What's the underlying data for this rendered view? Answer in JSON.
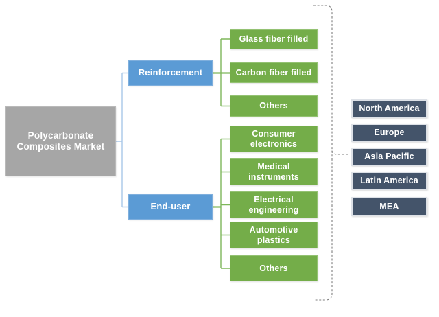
{
  "diagram": {
    "title": "Polycarbonate Composites Market segmentation tree",
    "root": {
      "label": "Polycarbonate Composites Market"
    },
    "branches": [
      {
        "label": "Reinforcement",
        "children": [
          {
            "label": "Glass fiber filled"
          },
          {
            "label": "Carbon fiber filled"
          },
          {
            "label": "Others"
          }
        ]
      },
      {
        "label": "End-user",
        "children": [
          {
            "label": "Consumer electronics"
          },
          {
            "label": "Medical instruments"
          },
          {
            "label": "Electrical engineering"
          },
          {
            "label": "Automotive plastics"
          },
          {
            "label": "Others"
          }
        ]
      }
    ],
    "regions": [
      {
        "label": "North America"
      },
      {
        "label": "Europe"
      },
      {
        "label": "Asia Pacific"
      },
      {
        "label": "Latin America"
      },
      {
        "label": "MEA"
      }
    ],
    "colors": {
      "root_fill": "#A6A6A6",
      "branch_fill": "#5B9BD5",
      "leaf_fill": "#74AD49",
      "region_fill": "#44546A",
      "connector_blue": "#A9C7E8",
      "connector_green": "#7EB75A",
      "brace_dash_gray": "#7F7F7F",
      "text": "#FFFFFF"
    }
  }
}
